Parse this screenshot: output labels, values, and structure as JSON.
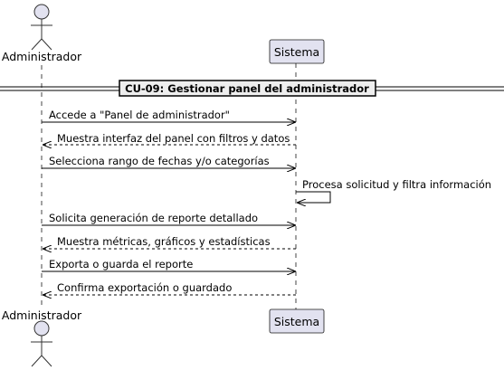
{
  "participants": {
    "actor": "Administrador",
    "system": "Sistema"
  },
  "divider": {
    "title": "CU-09: Gestionar panel del administrador"
  },
  "messages": [
    {
      "text": "Accede a \"Panel de administrador\"",
      "from": "actor",
      "to": "system",
      "style": "solid"
    },
    {
      "text": "Muestra interfaz del panel con filtros y datos",
      "from": "system",
      "to": "actor",
      "style": "dashed"
    },
    {
      "text": "Selecciona rango de fechas y/o categorías",
      "from": "actor",
      "to": "system",
      "style": "solid"
    },
    {
      "text": "Procesa solicitud y filtra información",
      "from": "system",
      "to": "system",
      "style": "self"
    },
    {
      "text": "Solicita generación de reporte detallado",
      "from": "actor",
      "to": "system",
      "style": "solid"
    },
    {
      "text": "Muestra métricas, gráficos y estadísticas",
      "from": "system",
      "to": "actor",
      "style": "dashed"
    },
    {
      "text": "Exporta o guarda el reporte",
      "from": "actor",
      "to": "system",
      "style": "solid"
    },
    {
      "text": "Confirma exportación o guardado",
      "from": "system",
      "to": "actor",
      "style": "dashed"
    }
  ]
}
